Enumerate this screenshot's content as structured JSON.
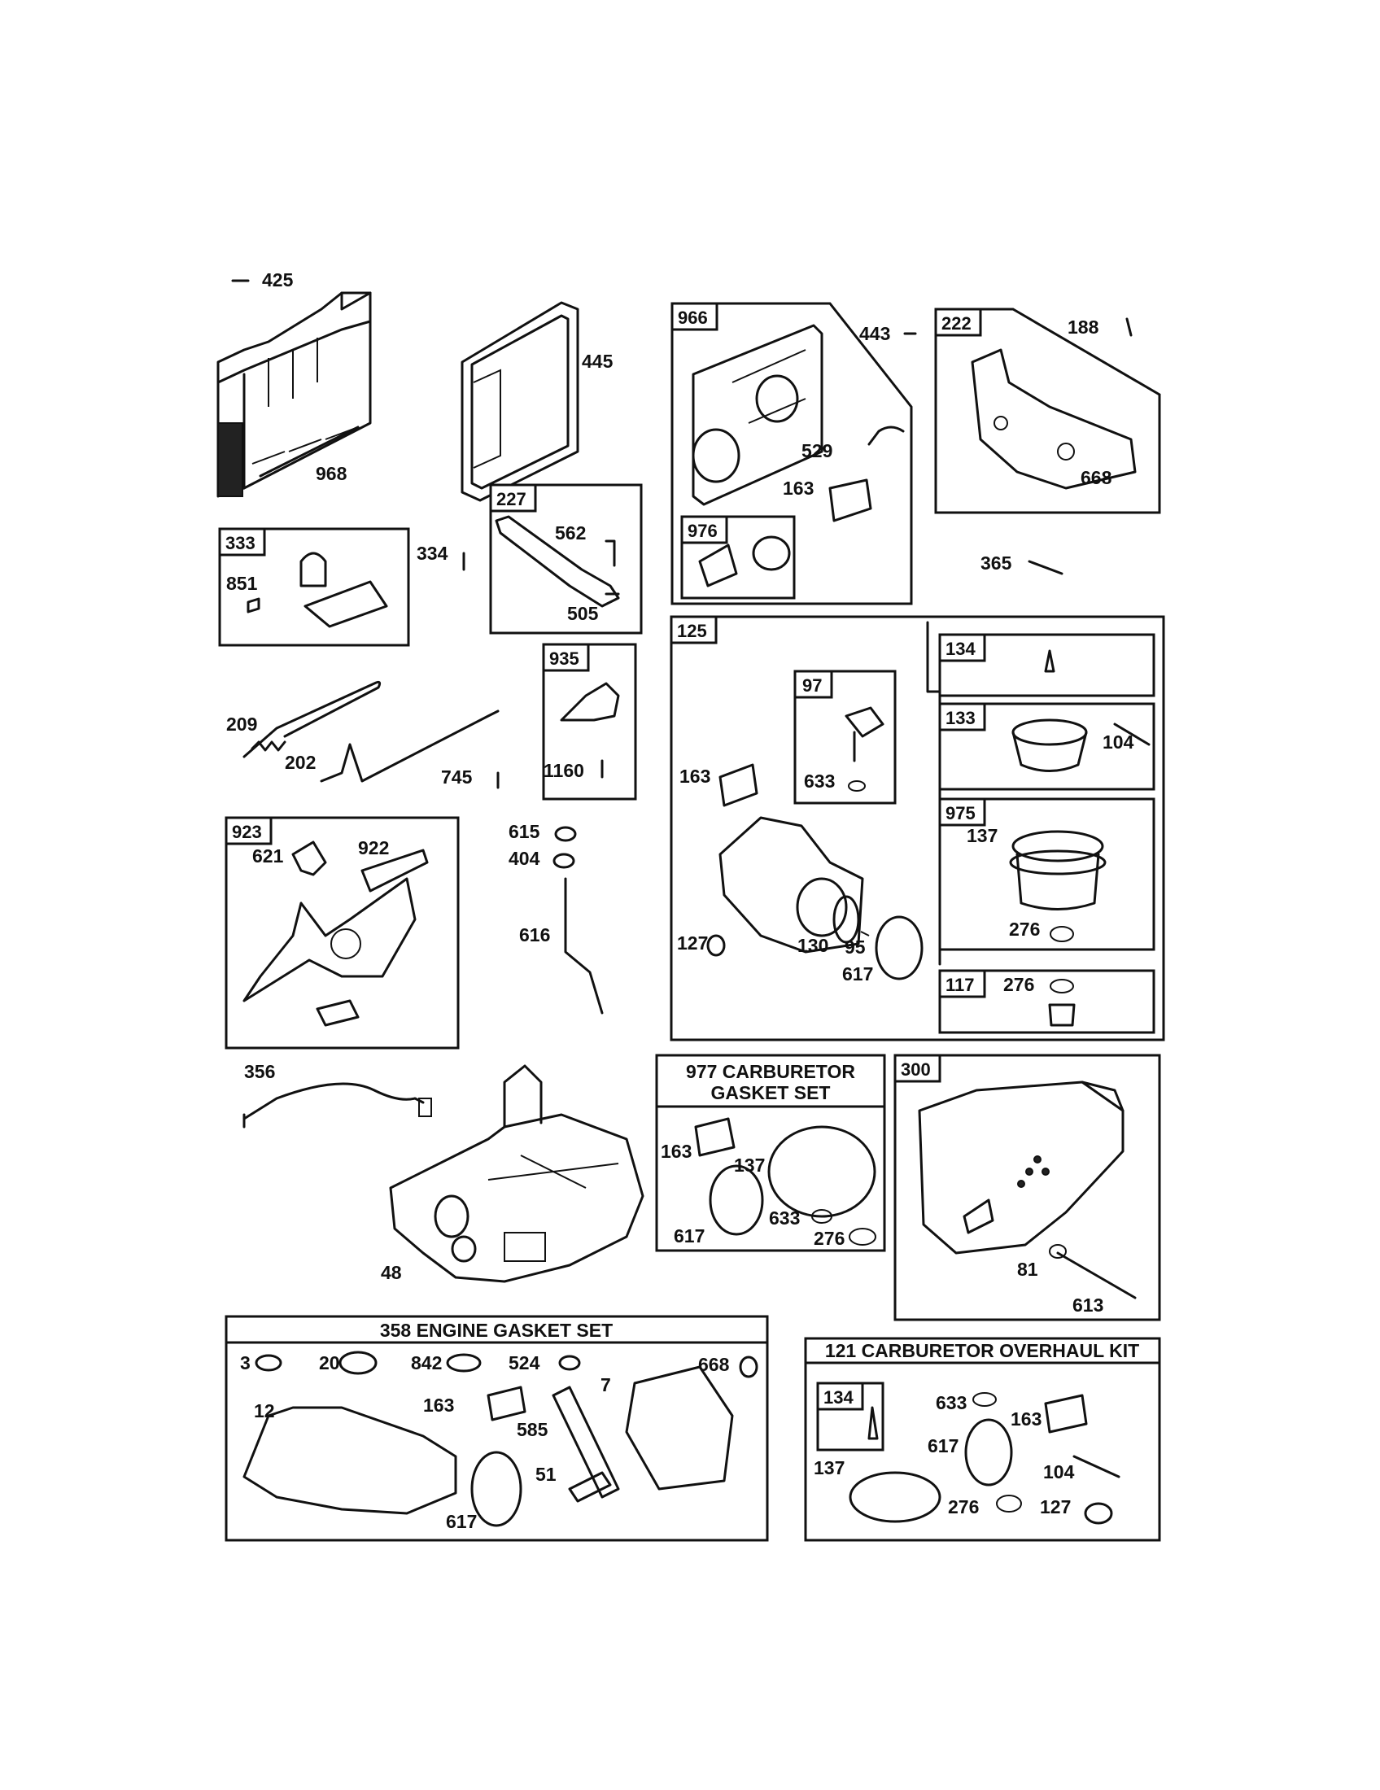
{
  "kit_titles": {
    "carb_gasket_line1": "977 CARBURETOR",
    "carb_gasket_line2": "GASKET SET",
    "engine_gasket": "358 ENGINE GASKET SET",
    "carb_overhaul": "121 CARBURETOR OVERHAUL KIT"
  },
  "group_tags": [
    "966",
    "222",
    "227",
    "333",
    "935",
    "976",
    "125",
    "97",
    "134",
    "133",
    "975",
    "117",
    "923",
    "300",
    "134"
  ],
  "part_labels": [
    "425",
    "968",
    "445",
    "443",
    "188",
    "529",
    "163",
    "668",
    "562",
    "334",
    "851",
    "505",
    "365",
    "209",
    "202",
    "745",
    "1160",
    "163",
    "633",
    "104",
    "137",
    "276",
    "621",
    "922",
    "615",
    "404",
    "616",
    "127",
    "130",
    "95",
    "617",
    "276",
    "356",
    "163",
    "137",
    "633",
    "617",
    "276",
    "81",
    "613",
    "48",
    "3",
    "20",
    "842",
    "524",
    "7",
    "668",
    "12",
    "163",
    "585",
    "51",
    "617",
    "633",
    "163",
    "617",
    "104",
    "137",
    "276",
    "127"
  ]
}
